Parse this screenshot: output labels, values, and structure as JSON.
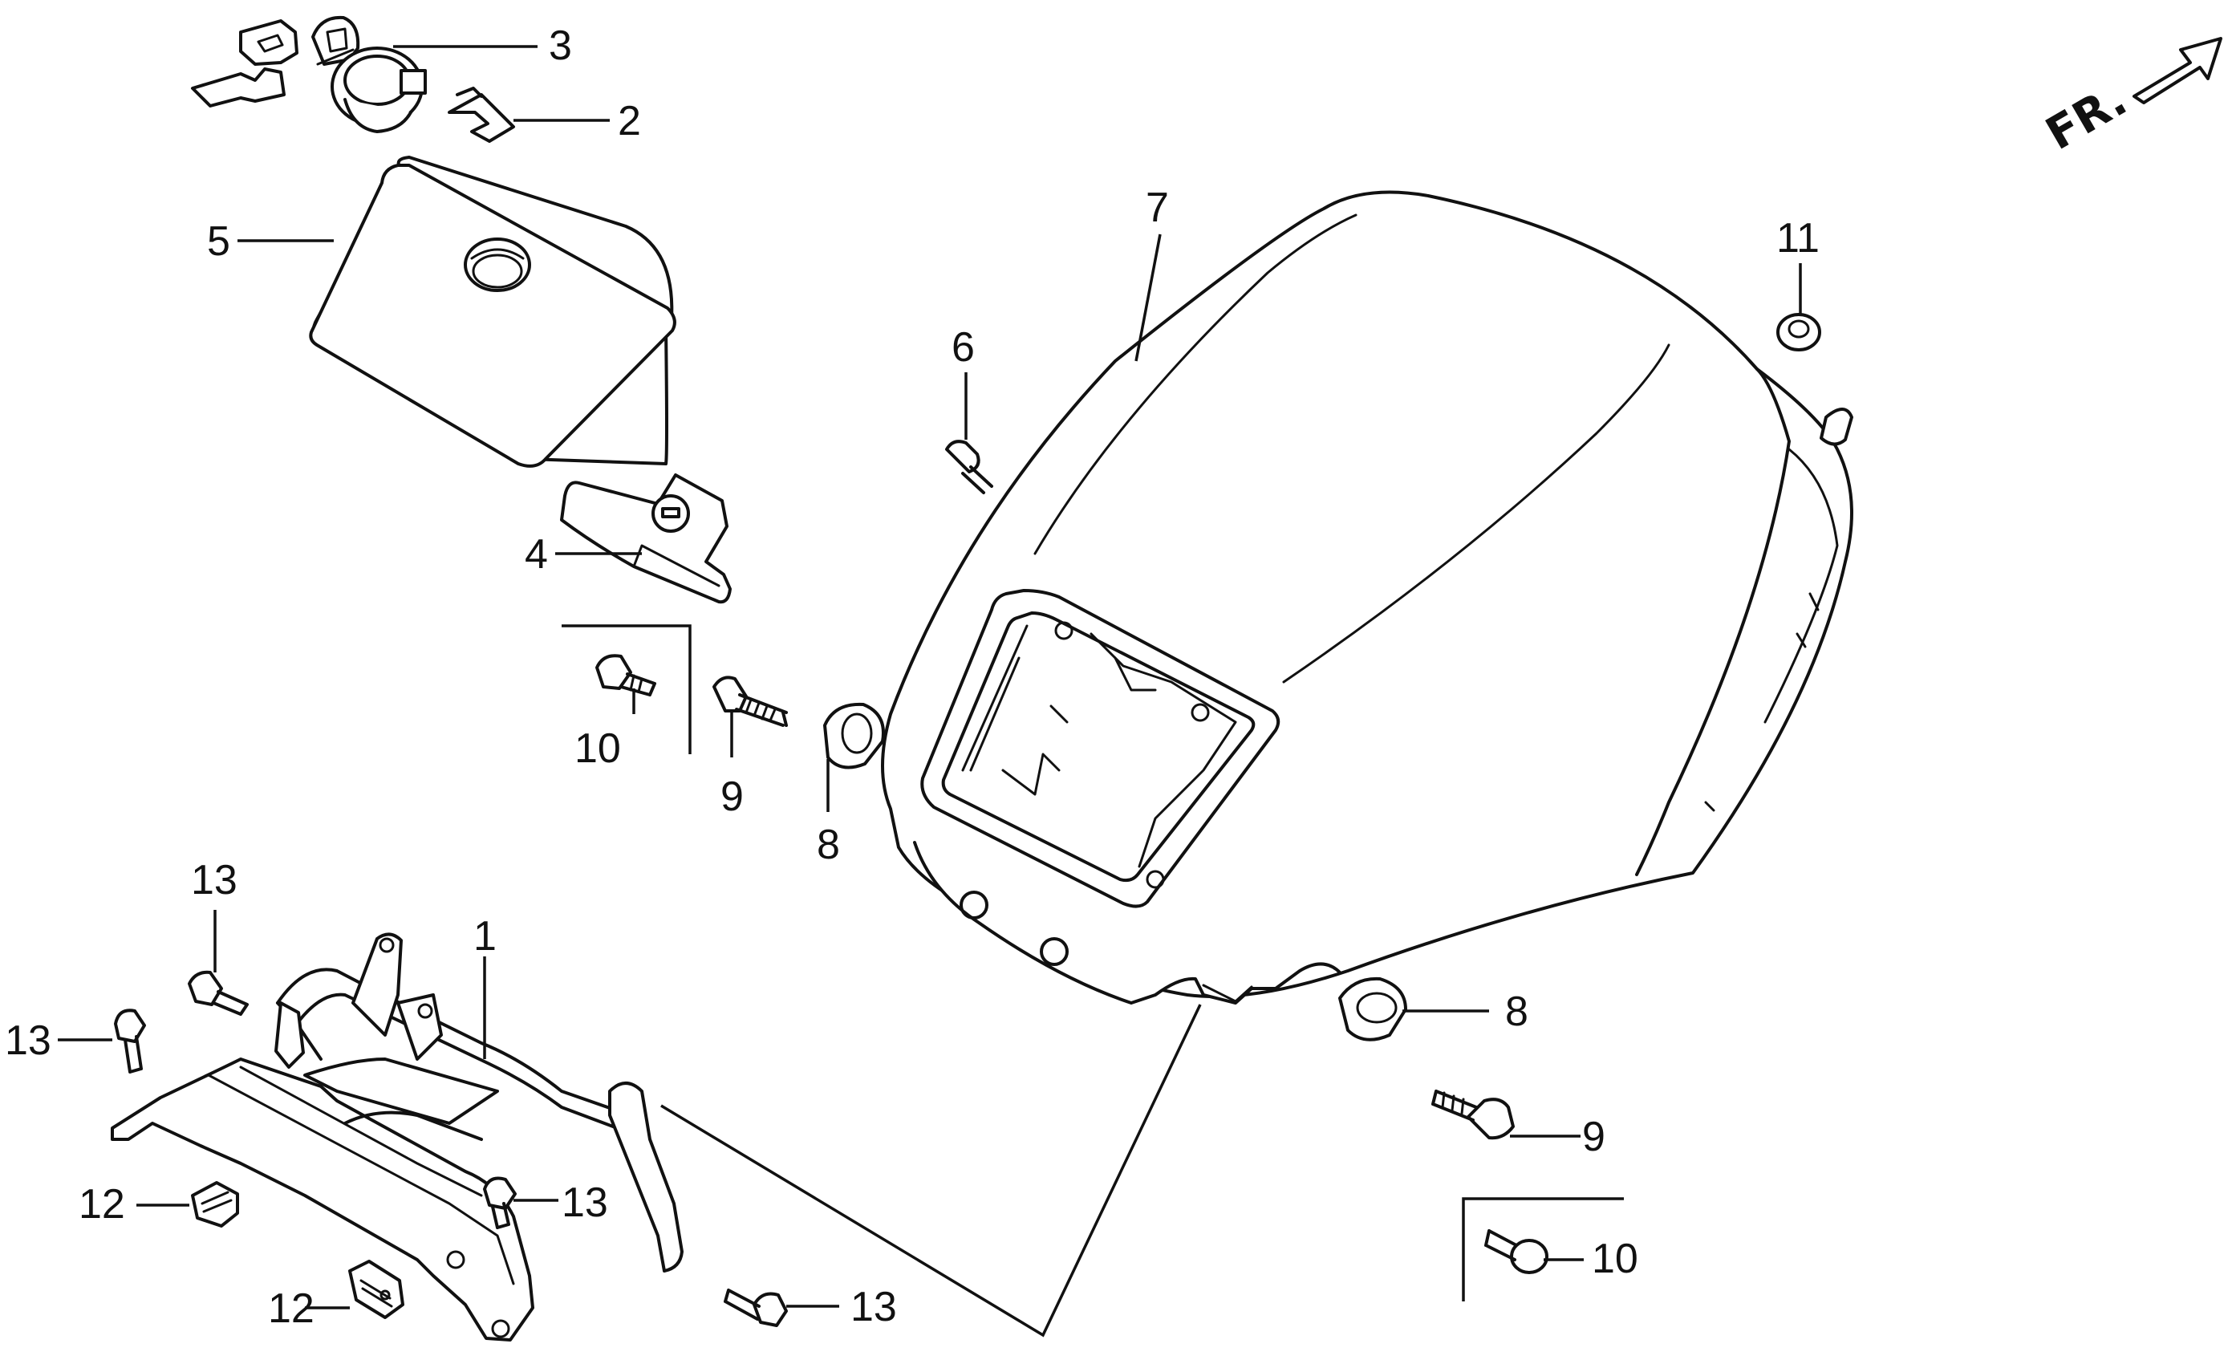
{
  "direction_label": "FR.",
  "callouts": [
    {
      "id": "c1",
      "label": "1"
    },
    {
      "id": "c2",
      "label": "2"
    },
    {
      "id": "c3",
      "label": "3"
    },
    {
      "id": "c4",
      "label": "4"
    },
    {
      "id": "c5",
      "label": "5"
    },
    {
      "id": "c6",
      "label": "6"
    },
    {
      "id": "c7",
      "label": "7"
    },
    {
      "id": "c8a",
      "label": "8"
    },
    {
      "id": "c8b",
      "label": "8"
    },
    {
      "id": "c9a",
      "label": "9"
    },
    {
      "id": "c9b",
      "label": "9"
    },
    {
      "id": "c10a",
      "label": "10"
    },
    {
      "id": "c10b",
      "label": "10"
    },
    {
      "id": "c11",
      "label": "11"
    },
    {
      "id": "c12a",
      "label": "12"
    },
    {
      "id": "c12b",
      "label": "12"
    },
    {
      "id": "c13a",
      "label": "13"
    },
    {
      "id": "c13b",
      "label": "13"
    },
    {
      "id": "c13c",
      "label": "13"
    },
    {
      "id": "c13d",
      "label": "13"
    }
  ]
}
